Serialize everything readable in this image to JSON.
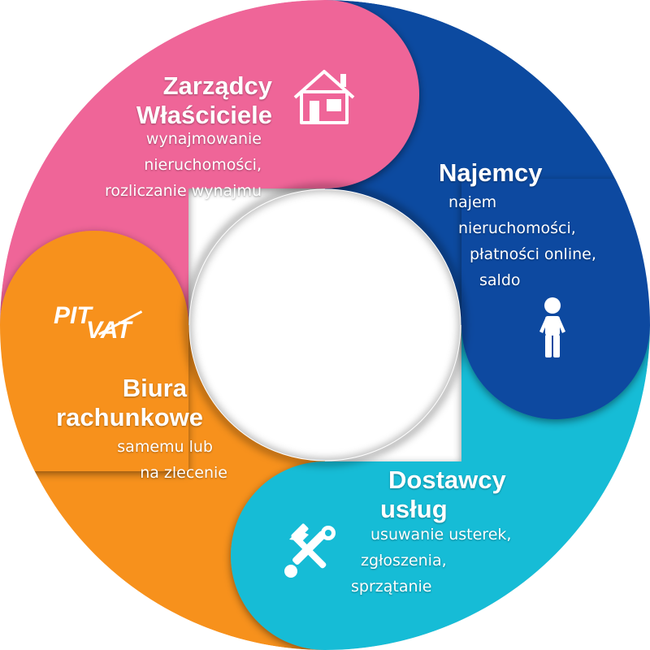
{
  "sections": [
    {
      "id": "zarzadcy",
      "color": "#ef6598",
      "title_lines": [
        "Zarządcy",
        "Właściciele"
      ],
      "desc_lines": [
        "wynajmowanie",
        "nieruchomości,",
        "rozliczanie wynajmu"
      ],
      "icon": "house-icon"
    },
    {
      "id": "najemcy",
      "color": "#0c4aa0",
      "title_lines": [
        "Najemcy"
      ],
      "desc_lines": [
        "najem",
        "nieruchomości,",
        "płatności online,",
        "saldo"
      ],
      "icon": "person-icon"
    },
    {
      "id": "dostawcy",
      "color": "#15bcd6",
      "title_lines": [
        "Dostawcy",
        "usług"
      ],
      "desc_lines": [
        "usuwanie usterek,",
        "zgłoszenia,",
        "sprzątanie"
      ],
      "icon": "tools-icon"
    },
    {
      "id": "biura",
      "color": "#f7911c",
      "title_lines": [
        "Biura",
        "rachunkowe"
      ],
      "desc_lines": [
        "samemu lub",
        "na zlecenie"
      ],
      "icon": "pit-vat-logo"
    }
  ],
  "logo": {
    "line1": "PIT",
    "line2": "VAT"
  }
}
